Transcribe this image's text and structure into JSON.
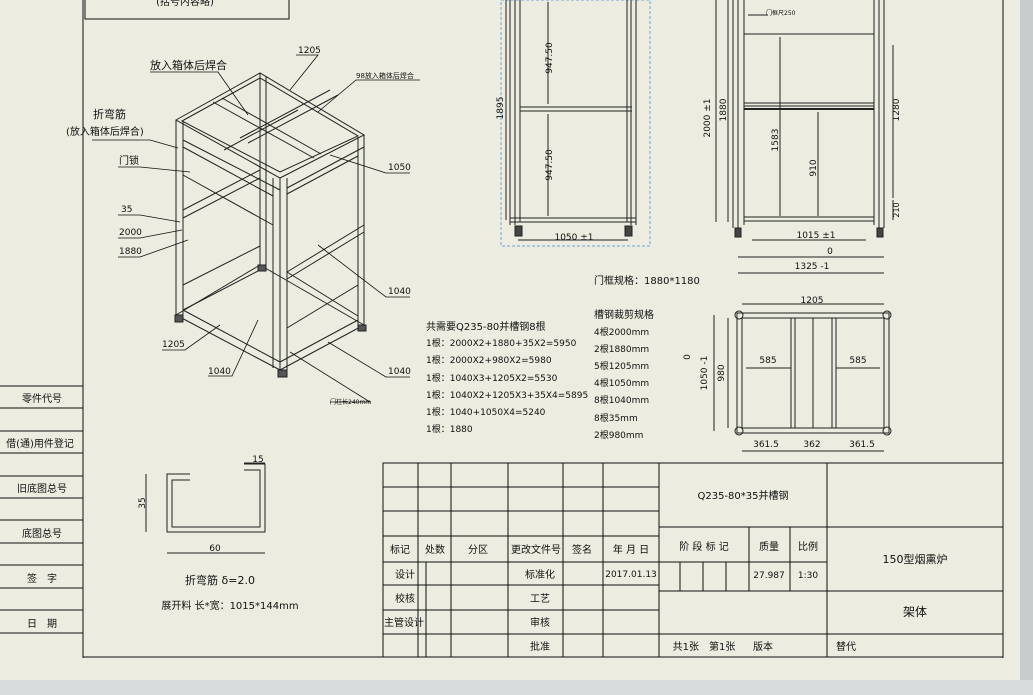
{
  "top_note": "(括号内容略)",
  "iso": {
    "label_top_left": "放入箱体后焊合",
    "label_1205_top": "1205",
    "label_98": "98放入箱体后焊合",
    "label_zhewan": "折弯筋",
    "label_zhewan_sub": "(放入箱体后焊合)",
    "label_door": "门锁",
    "label_35": "35",
    "label_2000": "2000",
    "label_1880": "1880",
    "label_1050": "1050",
    "label_1040a": "1040",
    "label_1040b": "1040",
    "label_1040c": "1040",
    "label_1205_bottom": "1205",
    "label_door_len": "门柱长240mm"
  },
  "front": {
    "dim_947a": "947.50",
    "dim_947b": "947.50",
    "dim_1895": "1895",
    "dim_1050": "1050 ±1"
  },
  "side": {
    "dim_2000": "2000 ±1",
    "dim_1880": "1880",
    "dim_1583": "1583",
    "dim_910": "910",
    "dim_1280": "1280",
    "dim_210": "210",
    "dim_1015": "1015 ±1",
    "dim_0": "0",
    "dim_1325": "1325 -1",
    "note_top": "门框尺250"
  },
  "door_spec": "门框规格：1880*1180",
  "materials": {
    "title": "共需要Q235-80并槽钢8根",
    "lines": [
      "1根：2000X2+1880+35X2=5950",
      "1根：2000X2+980X2=5980",
      "1根：1040X3+1205X2=5530",
      "1根：1040X2+1205X3+35X4=5895",
      "1根：1040+1050X4=5240",
      "1根：1880"
    ]
  },
  "cut_list": {
    "title": "槽钢裁剪规格",
    "lines": [
      "4根2000mm",
      "2根1880mm",
      "5根1205mm",
      "4根1050mm",
      "8根1040mm",
      "8根35mm",
      "2根980mm"
    ]
  },
  "top_view": {
    "dim_1205": "1205",
    "dim_585a": "585",
    "dim_585b": "585",
    "dim_980": "980",
    "dim_1050": "1050 -1",
    "dim_0": "0",
    "dim_361a": "361.5",
    "dim_362": "362",
    "dim_361b": "361.5"
  },
  "profile": {
    "dim_15": "15",
    "dim_35": "35",
    "dim_60": "60",
    "caption": "折弯筋 δ=2.0",
    "caption2": "展开料 长*宽：1015*144mm"
  },
  "left_strip": [
    "零件代号",
    "借(通)用件登记",
    "旧底图总号",
    "底图总号",
    "签　字",
    "日　期"
  ],
  "title_block": {
    "material": "Q235-80*35并槽钢",
    "h_mark": "标记",
    "h_count": "处数",
    "h_zone": "分区",
    "h_docno": "更改文件号",
    "h_sign": "签名",
    "h_date": "年 月 日",
    "r_design": "设计",
    "r_standard": "标准化",
    "date": "2017.01.13",
    "r_check": "校核",
    "r_process": "工艺",
    "r_chief": "主管设计",
    "r_review": "审核",
    "r_approve": "批准",
    "stage": "阶 段 标 记",
    "weight_h": "质量",
    "scale_h": "比例",
    "weight": "27.987",
    "scale": "1:30",
    "product": "150型烟熏炉",
    "part": "架体",
    "sheets": "共1张　第1张",
    "version": "版本",
    "replace": "替代"
  },
  "colors": {
    "paper": "#ecece0",
    "line": "#1a1a1a",
    "highlight": "#6aa3d8"
  }
}
